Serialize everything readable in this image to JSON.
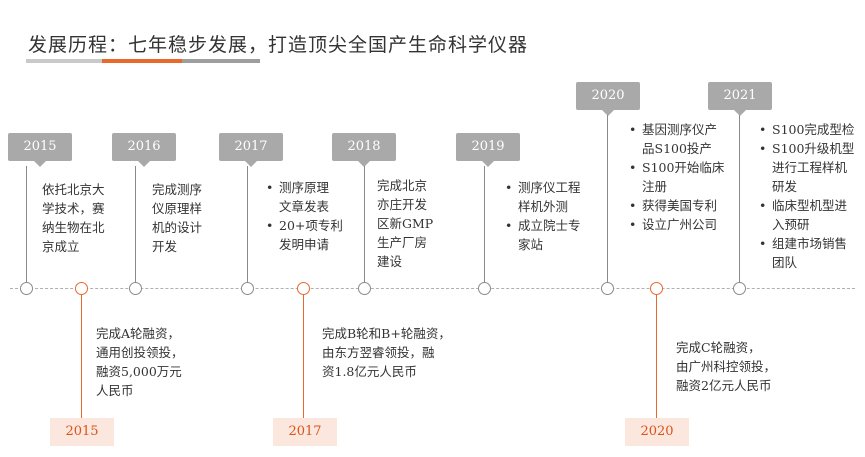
{
  "title": "发展历程：七年稳步发展，打造顶尖全国产生命科学仪器",
  "colors": {
    "accent": "#e8692b",
    "gray_box": "#a9a9a9",
    "bottom_box": "#fbe7dd",
    "bottom_text": "#d9531a"
  },
  "upper": [
    {
      "year": "2015",
      "lines": [
        "依托北京大",
        "学技术，赛",
        "纳生物在北",
        "京成立"
      ]
    },
    {
      "year": "2016",
      "lines": [
        "完成测序",
        "仪原理样",
        "机的设计",
        "开发"
      ]
    },
    {
      "year": "2017",
      "bullets": [
        "测序原理",
        "文章发表",
        "20+项专利",
        "发明申请"
      ]
    },
    {
      "year": "2018",
      "lines": [
        "完成北京",
        "亦庄开发",
        "区新GMP",
        "生产厂房",
        "建设"
      ]
    },
    {
      "year": "2019",
      "bullets": [
        "测序仪工程",
        "样机外测",
        "成立院士专",
        "家站"
      ]
    },
    {
      "year": "2020",
      "bullets": [
        "基因测序仪产",
        "品S100投产",
        "S100开始临床",
        "注册",
        "获得美国专利",
        "设立广州公司"
      ]
    },
    {
      "year": "2021",
      "bullets": [
        "S100完成型检",
        "S100升级机型",
        "进行工程样机",
        "研发",
        "临床型机型进",
        "入预研",
        "组建市场销售",
        "团队"
      ]
    }
  ],
  "lower": [
    {
      "year": "2015",
      "lines": [
        "完成A轮融资，",
        "通用创投领投，",
        "融资5,000万元",
        "人民币"
      ]
    },
    {
      "year": "2017",
      "lines": [
        "完成B轮和B+轮融资，",
        "由东方翌睿领投，融",
        "资1.8亿元人民币"
      ]
    },
    {
      "year": "2020",
      "lines": [
        "完成C轮融资，",
        "由广州科控领投，",
        "融资2亿元人民币"
      ]
    }
  ]
}
